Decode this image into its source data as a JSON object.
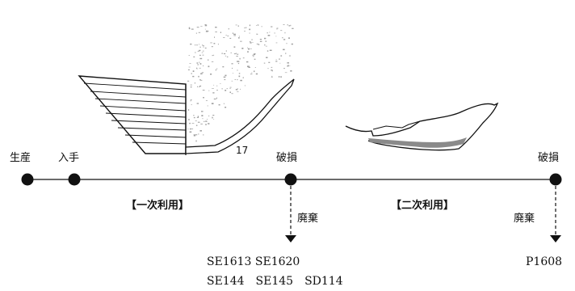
{
  "timeline": {
    "events": [
      {
        "id": "production",
        "label": "生産"
      },
      {
        "id": "acquisition",
        "label": "入手"
      },
      {
        "id": "break1",
        "label": "破損"
      },
      {
        "id": "break2",
        "label": "破損"
      }
    ],
    "phases": [
      {
        "id": "first-use",
        "label": "【一次利用】"
      },
      {
        "id": "second-use",
        "label": "【二次利用】"
      }
    ],
    "discards": [
      {
        "id": "discard1",
        "label": "廃棄",
        "features": [
          "SE1613 SE1620",
          "SE144　SE145　SD114"
        ]
      },
      {
        "id": "discard2",
        "label": "廃棄",
        "features": [
          "P1608"
        ]
      }
    ]
  },
  "artifact": {
    "number": "17"
  },
  "colors": {
    "ink": "#111111",
    "reuse_band": "#8a8a8a",
    "texture": "#555555"
  }
}
